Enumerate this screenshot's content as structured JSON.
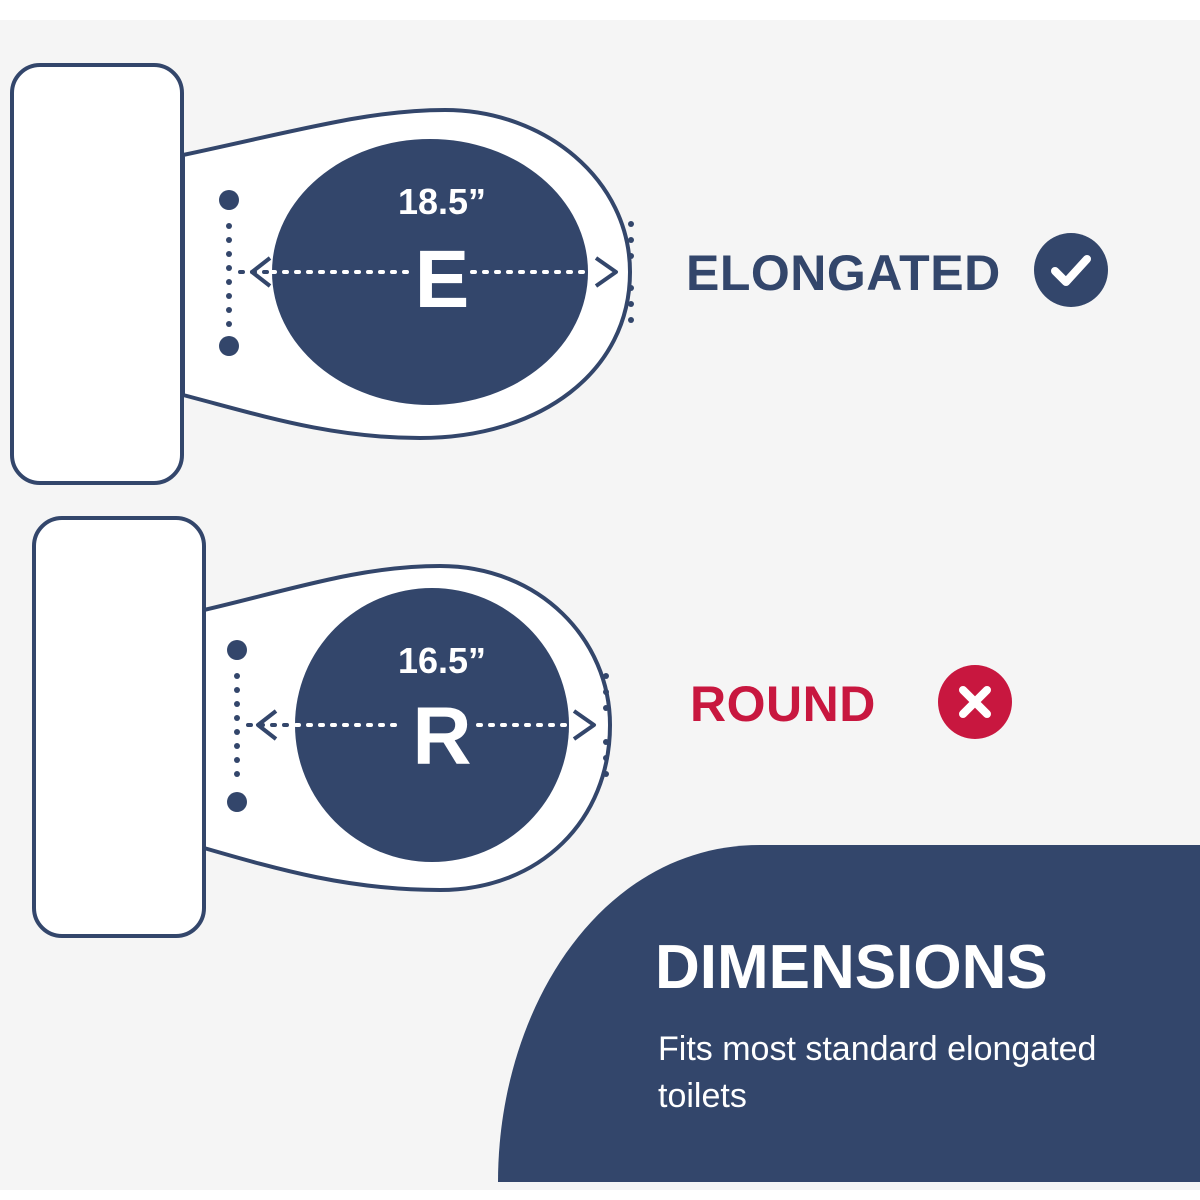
{
  "elongated": {
    "measurement": "18.5”",
    "letter": "E",
    "label": "ELONGATED",
    "status_icon": "check-icon"
  },
  "round": {
    "measurement": "16.5”",
    "letter": "R",
    "label": "ROUND",
    "status_icon": "x-icon"
  },
  "banner": {
    "title": "DIMENSIONS",
    "description": "Fits most standard elongated toilets"
  },
  "colors": {
    "navy": "#33466b",
    "red": "#c8173f",
    "background": "#f5f5f5"
  }
}
